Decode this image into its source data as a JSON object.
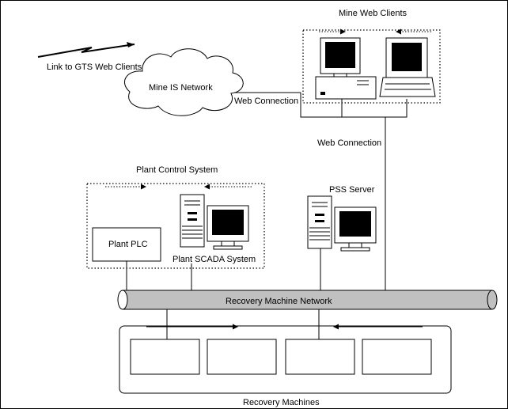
{
  "labels": {
    "mine_web_clients": "Mine Web Clients",
    "link_to_gts": "Link to GTS Web Clients",
    "mine_is_network": "Mine IS Network",
    "web_connection_1": "Web Connection",
    "web_connection_2": "Web Connection",
    "plant_control_system": "Plant Control System",
    "pss_server": "PSS Server",
    "plant_plc": "Plant PLC",
    "plant_scada": "Plant SCADA System",
    "recovery_machine_network": "Recovery Machine Network",
    "recovery_machines": "Recovery Machines"
  },
  "colors": {
    "pipe_fill": "#c0c0c0",
    "monitor_screen": "#000000",
    "line": "#000000",
    "background": "#ffffff"
  },
  "icons": [
    "lightning-icon",
    "cloud-icon",
    "desktop-computer-icon",
    "laptop-icon",
    "tower-server-icon",
    "monitor-icon"
  ]
}
